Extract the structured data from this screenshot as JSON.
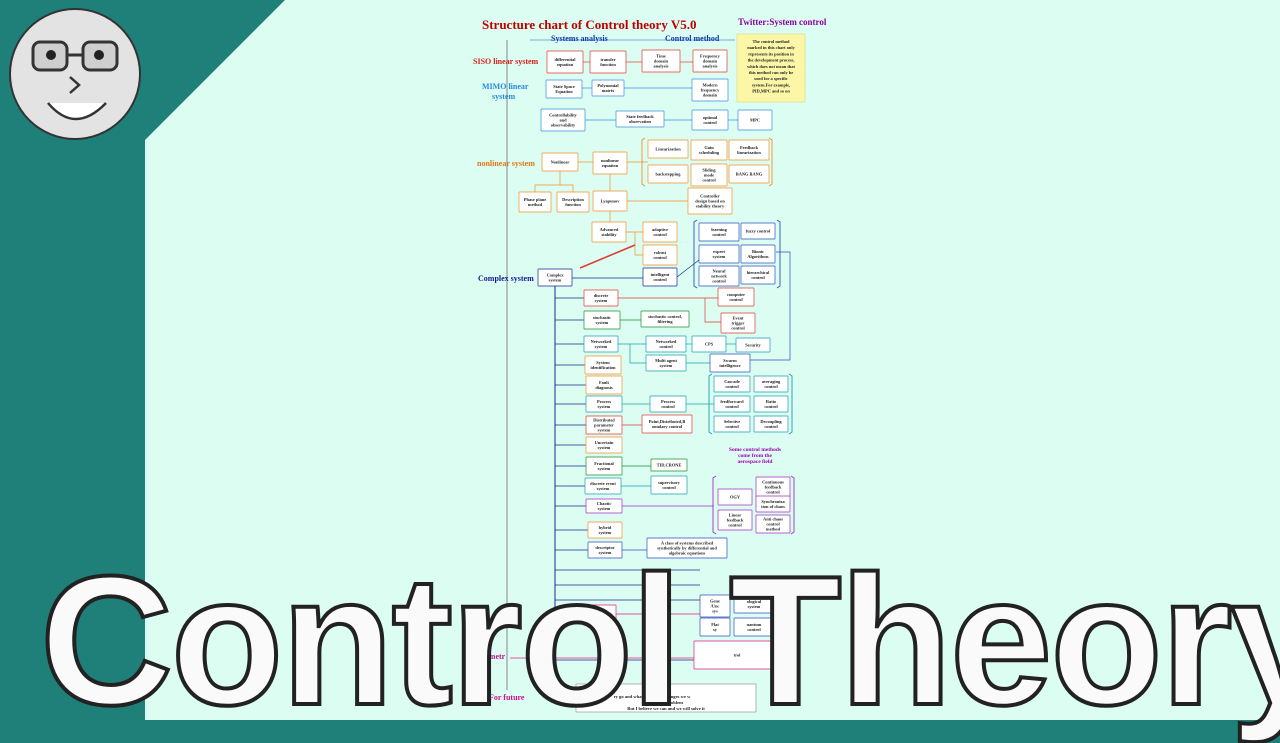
{
  "thumbnail": {
    "title": "Control Theory"
  },
  "chart": {
    "title": "Structure chart of Control theory V5.0",
    "twitter": "Twitter:System control",
    "axis_left": "Systems analysis",
    "axis_right": "Control method",
    "note": [
      "The control method",
      "marked in this chart only",
      "represents its position in",
      "the development process,",
      "which does not mean that",
      "this method can only be",
      "used for a specific",
      "system.For example,",
      "PID,MPC and so on"
    ],
    "categories": {
      "siso": "SISO linear system",
      "mimo": [
        "MIMO linear",
        "system"
      ],
      "nonlinear": "nonlinear system",
      "complex": "Complex system",
      "geometric": "Geometr",
      "geometric_tail": "sis",
      "future": "For future"
    },
    "aerospace_note": [
      "Some control methods",
      "come from the",
      "aerospace field"
    ],
    "future_box": [
      "Where w",
      "ry go and what kind of challenges we w",
      "This is a problem",
      "But I believe we can and we will solve it"
    ],
    "boxes": {
      "diff_eq": [
        "differential",
        "equation"
      ],
      "transfer": [
        "transfer",
        "function"
      ],
      "time_domain": [
        "Time",
        "domain",
        "analysis"
      ],
      "freq_domain": [
        "Frequency",
        "domain",
        "analysis"
      ],
      "state_space": [
        "State Space",
        "Equation"
      ],
      "poly_matrix": [
        "Polynomial",
        "matrix"
      ],
      "modern_freq": [
        "Modern",
        "frequency",
        "domain"
      ],
      "ctrl_obs": [
        "Controllability",
        "and",
        "observability"
      ],
      "state_fb": [
        "State feedback",
        "observation"
      ],
      "optimal": [
        "optimal",
        "control"
      ],
      "mpc": [
        "MPC"
      ],
      "nonlinear": [
        "Nonlinear"
      ],
      "nonlin_eq": [
        "nonlinear",
        "equation"
      ],
      "linearization": [
        "Linearization"
      ],
      "gain_sched": [
        "Gain",
        "scheduling"
      ],
      "fb_lin": [
        "Feedback",
        "linearization"
      ],
      "backstepping": [
        "backstepping"
      ],
      "sliding": [
        "Sliding",
        "mode",
        "control"
      ],
      "bang": [
        "BANG BANG"
      ],
      "phase_plane": [
        "Phase plane",
        "method"
      ],
      "describing": [
        "Description",
        "function"
      ],
      "lyapunov": [
        "Lyapunov"
      ],
      "ctrl_design": [
        "Controller",
        "design based on",
        "stability theory"
      ],
      "adv_stab": [
        "Advanced",
        "stability"
      ],
      "adaptive": [
        "adaptive",
        "control"
      ],
      "robust": [
        "robust",
        "control"
      ],
      "intelligent": [
        "intelligent",
        "control"
      ],
      "learning": [
        "learning",
        "control"
      ],
      "fuzzy": [
        "fuzzy control"
      ],
      "expert": [
        "expert",
        "system"
      ],
      "bionic": [
        "Bionic",
        "Algorithms"
      ],
      "neural": [
        "Neural",
        "network",
        "control"
      ],
      "hierarchical": [
        "hierarchical",
        "control"
      ],
      "complex": [
        "Complex",
        "system"
      ],
      "discrete": [
        "discrete",
        "system"
      ],
      "computer": [
        "computer",
        "control"
      ],
      "stochastic": [
        "stochastic",
        "system"
      ],
      "stoch_ctrl": [
        "stochastic control,",
        "filtering"
      ],
      "event": [
        "Event",
        "trigger",
        "control"
      ],
      "networked": [
        "Networked",
        "system"
      ],
      "net_ctrl": [
        "Networked",
        "control"
      ],
      "cps": [
        "CPS"
      ],
      "security": [
        "Security"
      ],
      "multi_agent": [
        "Multi agent",
        "system"
      ],
      "swarm": [
        "Swarm",
        "intelligence"
      ],
      "sys_id": [
        "System",
        "identification"
      ],
      "fault": [
        "Fault",
        "diagnosis"
      ],
      "cascade": [
        "Cascade",
        "control"
      ],
      "averaging": [
        "averaging",
        "control"
      ],
      "process": [
        "Process",
        "system"
      ],
      "proc_ctrl": [
        "Process",
        "control"
      ],
      "feedforward": [
        "feedforward",
        "control"
      ],
      "ratio": [
        "Ratio",
        "control"
      ],
      "distributed": [
        "Distributed",
        "parameter",
        "system"
      ],
      "point_dist": [
        "Point,Distributed,B",
        "oundary control"
      ],
      "selective": [
        "Selective",
        "control"
      ],
      "decoupling": [
        "Decoupling",
        "control"
      ],
      "uncertain": [
        "Uncertain",
        "system"
      ],
      "fractional": [
        "Fractional",
        "system"
      ],
      "tid": [
        "TID,CRONE"
      ],
      "discrete_event": [
        "discrete event",
        "system"
      ],
      "supervisory": [
        "supervisory",
        "control"
      ],
      "chaotic": [
        "Chaotic",
        "system"
      ],
      "ogy": [
        "OGY"
      ],
      "continuous_fb": [
        "Continuous",
        "feedback",
        "control"
      ],
      "linear_fb": [
        "Linear",
        "feedback",
        "control"
      ],
      "synchro": [
        "Synchroniza",
        "tion of chaos"
      ],
      "anti_chaos": [
        "Anti chaos",
        "control",
        "method"
      ],
      "hybrid": [
        "hybrid",
        "system"
      ],
      "descriptor": [
        "descriptor",
        "system"
      ],
      "class_sys": [
        "A class of systems described",
        "synthetically by differential and",
        "algebraic equations"
      ],
      "gene": [
        "Gene",
        "/Unc",
        "sys"
      ],
      "biological": [
        "ological",
        "system"
      ],
      "flat": [
        "Flat",
        "sy"
      ],
      "quantum": [
        "uantum",
        "control"
      ],
      "hr": [
        "H",
        "sy"
      ],
      "geo_ctrl": [
        "trol"
      ]
    }
  }
}
